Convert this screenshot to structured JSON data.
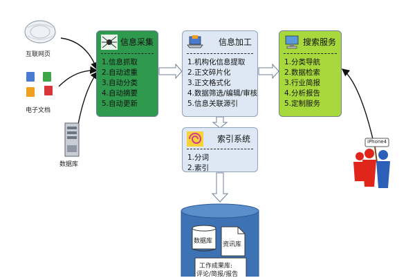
{
  "sources": {
    "web": "互联网页",
    "docs": "电子文档",
    "db": "数据库"
  },
  "collect": {
    "title": "信息采集",
    "items": [
      "1.信息抓取",
      "2.自动滤重",
      "3.自动分类",
      "4.自动摘要",
      "5.自动更新"
    ]
  },
  "process": {
    "title": "信息加工",
    "items": [
      "1.机构化信息提取",
      "2.正文碎片化",
      "3.正文格式化",
      "4.数据筛选/编辑/审核",
      "5.信息关联源引"
    ]
  },
  "search": {
    "title": "搜索服务",
    "items": [
      "1.分类导航",
      "2.数据检索",
      "3.行业简报",
      "4.分析报告",
      "5.定制服务"
    ]
  },
  "index": {
    "title": "索引系统",
    "items": [
      "1.分词",
      "2.索引"
    ]
  },
  "storage": {
    "db": "数据库",
    "news": "资讯库",
    "results_line1": "工作成果库:",
    "results_line2": "评论/简报/报告"
  },
  "users": {
    "sign": "iPhone4"
  },
  "colors": {
    "collect": "#2f9a4d",
    "process": "#dde8f4",
    "search": "#a8d93c",
    "cylinder": "#3d73b5",
    "user_red": "#e0251b",
    "user_blue": "#2c5fb8"
  }
}
